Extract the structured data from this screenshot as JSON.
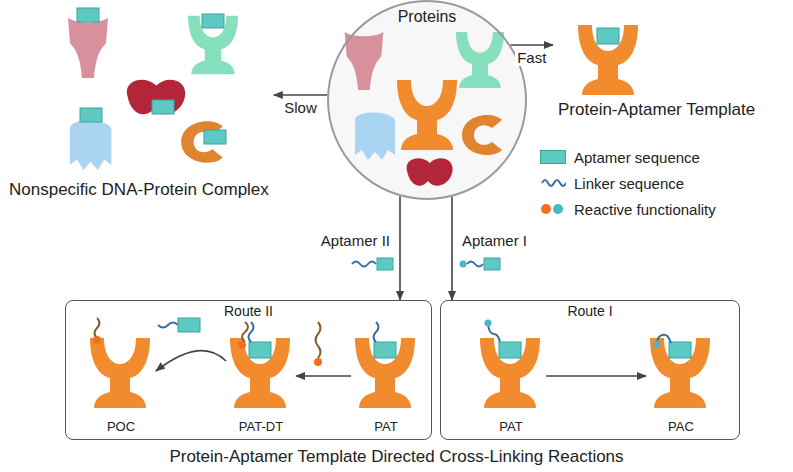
{
  "diagram": {
    "caption": "Protein-Aptamer Template Directed Cross-Linking Reactions",
    "nodes": [
      {
        "text": [
          "Proteins"
        ]
      },
      {
        "text": [
          "Nonspecific DNA-Protein Complex"
        ]
      },
      {
        "text": [
          "Protein-Aptamer Template"
        ]
      },
      {
        "text": [
          "Route II"
        ]
      },
      {
        "text": [
          "POC"
        ],
        "in": 3
      },
      {
        "text": [
          "PAT-DT"
        ],
        "in": 3
      },
      {
        "text": [
          "PAT"
        ],
        "in": 3
      },
      {
        "text": [
          "Route I"
        ]
      },
      {
        "text": [
          "PAT"
        ],
        "in": 7
      },
      {
        "text": [
          "PAC"
        ],
        "in": 7
      }
    ],
    "edges": [
      {
        "from": 0,
        "to": 1,
        "arrow": "to",
        "label": "Slow"
      },
      {
        "from": 0,
        "to": 2,
        "arrow": "to",
        "label": "Fast"
      },
      {
        "from": 0,
        "to": 3,
        "arrow": "to",
        "label": "Aptamer II"
      },
      {
        "from": 0,
        "to": 7,
        "arrow": "to",
        "label": "Aptamer I"
      },
      {
        "from": 6,
        "to": 5,
        "arrow": "to"
      },
      {
        "from": 5,
        "to": 4,
        "arrow": "to"
      },
      {
        "from": 8,
        "to": 9,
        "arrow": "to"
      }
    ],
    "legend": [
      {
        "text": "Aptamer sequence",
        "color": "#5ec9c2"
      },
      {
        "text": "Linker sequence"
      },
      {
        "text": "Reactive functionality"
      }
    ]
  }
}
